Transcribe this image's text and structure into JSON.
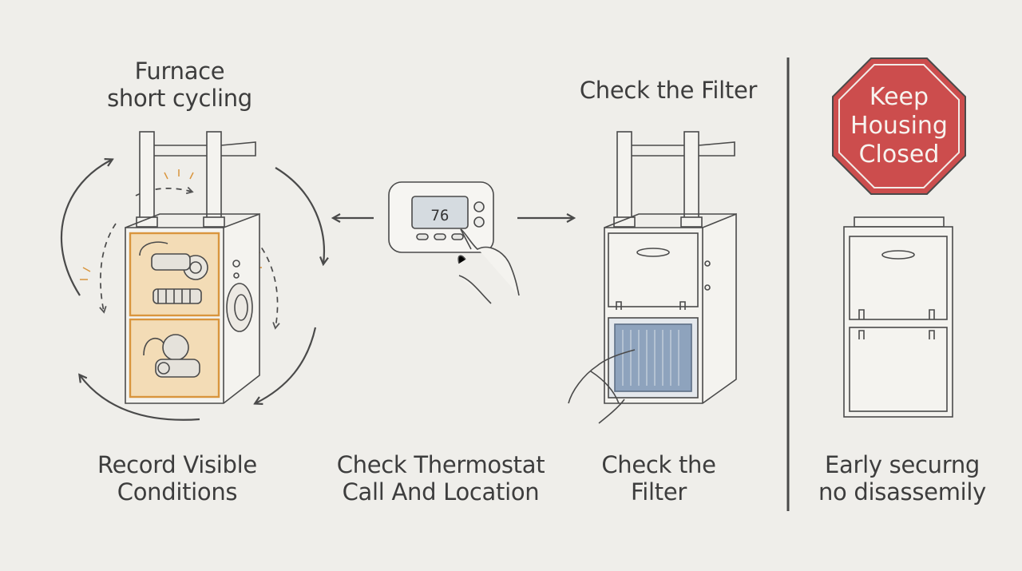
{
  "top_title": {
    "line1": "Furnace",
    "line2": "short cycling"
  },
  "filter_title": "Check the Filter",
  "stop_sign": {
    "line1": "Keep",
    "line2": "Housing",
    "line3": "Closed"
  },
  "thermostat": {
    "temperature": "76"
  },
  "steps": [
    {
      "line1": "Record Visible",
      "line2": "Conditions"
    },
    {
      "line1": "Check Thermostat",
      "line2": "Call And Location"
    },
    {
      "line1": "Check the",
      "line2": "Filter"
    },
    {
      "line1": "Early securng",
      "line2": "no disassemily"
    }
  ],
  "colors": {
    "background": "#efeeea",
    "line": "#4a4a4a",
    "highlight_orange": "#d9953d",
    "filter_blue": "#8ea3bd",
    "stop_red": "#cc4d4d"
  }
}
